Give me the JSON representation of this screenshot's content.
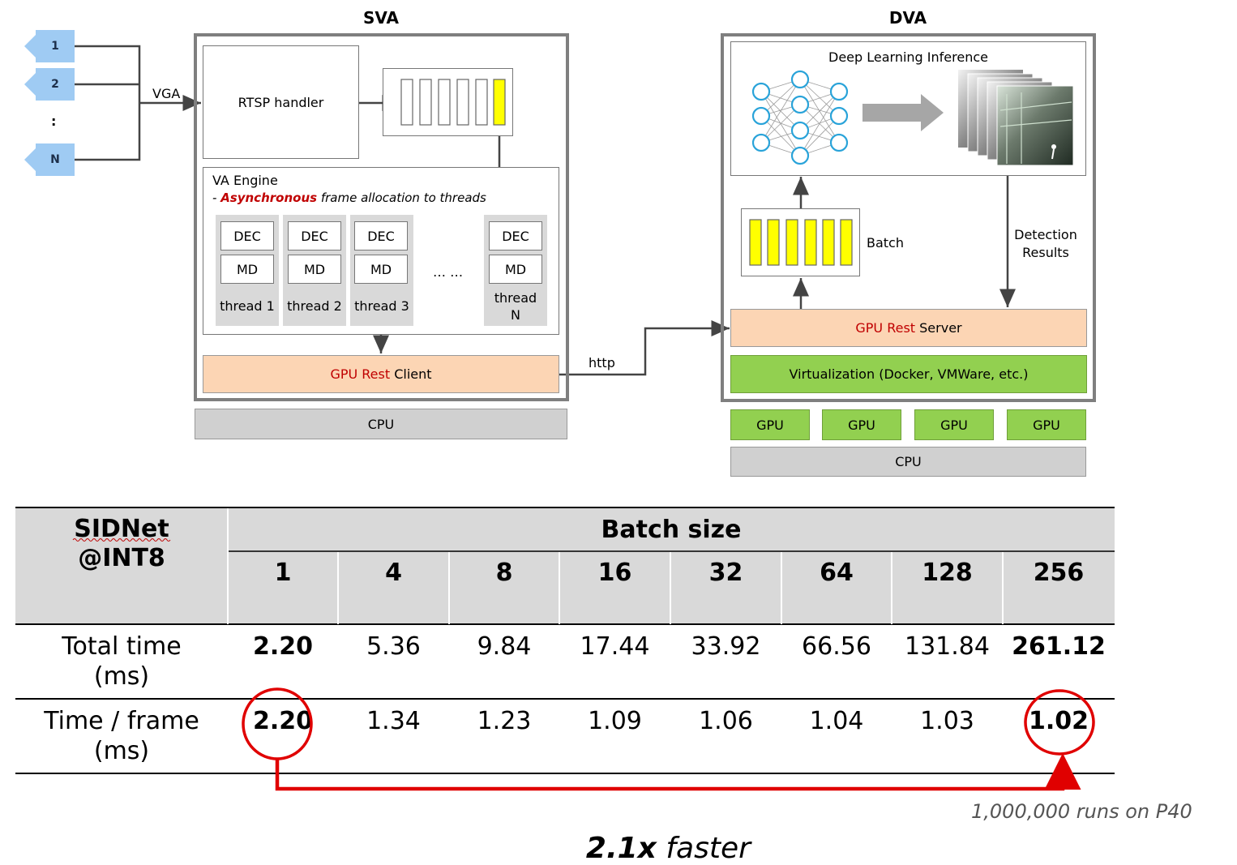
{
  "diagram": {
    "sva_title": "SVA",
    "dva_title": "DVA",
    "cameras": [
      "1",
      "2",
      ":",
      "N"
    ],
    "vga_label": "VGA",
    "rtsp_handler": "RTSP handler",
    "va_engine": {
      "title": "VA Engine",
      "subtitle_prefix": "- ",
      "subtitle_emph": "Asynchronous",
      "subtitle_rest": " frame allocation to threads"
    },
    "threads": [
      {
        "dec": "DEC",
        "md": "MD",
        "label": "thread 1"
      },
      {
        "dec": "DEC",
        "md": "MD",
        "label": "thread 2"
      },
      {
        "dec": "DEC",
        "md": "MD",
        "label": "thread 3"
      },
      {
        "dec": "DEC",
        "md": "MD",
        "label": "thread\nN"
      }
    ],
    "ellipsis": "… …",
    "rest_client": {
      "red": "GPU Rest",
      "rest": " Client"
    },
    "http_label": "http",
    "cpu_label": "CPU",
    "dl_inference": "Deep Learning Inference",
    "batch_label": "Batch",
    "detection_results": "Detection\nResults",
    "rest_server": {
      "red": "GPU Rest",
      "rest": " Server"
    },
    "virtualization": "Virtualization (Docker, VMWare, etc.)",
    "gpus": [
      "GPU",
      "GPU",
      "GPU",
      "GPU"
    ],
    "dva_cpu": "CPU",
    "colors": {
      "queue_yellow": "#ffff00",
      "rest_orange": "#fcd5b4",
      "gpu_green": "#92d050",
      "cpu_gray": "#d0d0d0",
      "accent_red": "#c00000",
      "nn_blue": "#29a3d9"
    }
  },
  "table": {
    "corner_line1": "SIDNet",
    "corner_line2": "@INT8",
    "batch_header": "Batch size",
    "batch_sizes": [
      "1",
      "4",
      "8",
      "16",
      "32",
      "64",
      "128",
      "256"
    ],
    "rows": [
      {
        "label_line1": "Total time",
        "label_line2": "(ms)",
        "values": [
          "2.20",
          "5.36",
          "9.84",
          "17.44",
          "33.92",
          "66.56",
          "131.84",
          "261.12"
        ]
      },
      {
        "label_line1": "Time / frame",
        "label_line2": "(ms)",
        "values": [
          "2.20",
          "1.34",
          "1.23",
          "1.09",
          "1.06",
          "1.04",
          "1.03",
          "1.02"
        ]
      }
    ]
  },
  "annotation": {
    "speedup_bold": "2.1x",
    "speedup_rest": " faster",
    "footnote": "1,000,000 runs on P40",
    "highlight_color": "#e00000"
  }
}
